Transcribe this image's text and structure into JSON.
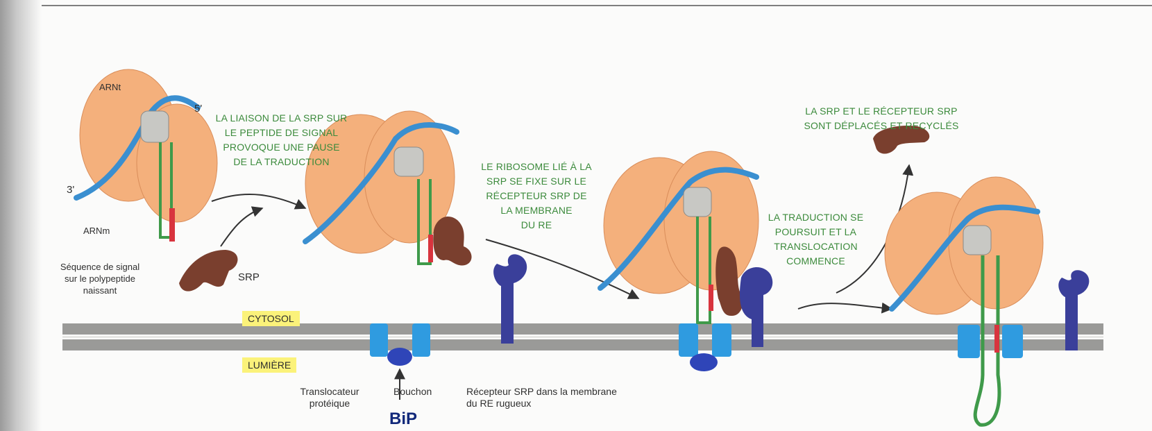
{
  "labels": {
    "arnt": "ARNt",
    "five_prime": "5'",
    "three_prime": "3'",
    "arnm": "ARNm",
    "signal_sequence": "Séquence de signal\nsur le polypeptide\nnaissant",
    "srp": "SRP",
    "cytosol": "CYTOSOL",
    "lumiere": "LUMIÈRE",
    "translocateur": "Translocateur\nprotéique",
    "bouchon": "Bouchon",
    "recepteur_srp": "Récepteur SRP dans la membrane\ndu RE rugueux",
    "bip": "BiP"
  },
  "steps": {
    "step1": "LA LIAISON DE LA SRP SUR\nLE PEPTIDE DE SIGNAL\nPROVOQUE UNE PAUSE\nDE LA TRADUCTION",
    "step2": "LE RIBOSOME LIÉ À LA\nSRP SE FIXE SUR LE\nRÉCEPTEUR SRP DE\nLA MEMBRANE\nDU RE",
    "step3": "LA TRADUCTION SE\nPOURSUIT ET LA\nTRANSLOCATION\nCOMMENCE",
    "step4": "LA SRP ET LE RÉCEPTEUR SRP\nSONT DÉPLACÉS ET RECYCLÉS"
  },
  "colors": {
    "ribosome": "#f4b07c",
    "mrna": "#3a8fd0",
    "trna": "#c8c8c4",
    "polypeptide": "#3f9a4a",
    "signal_peptide": "#d8343e",
    "srp": "#7a3f2e",
    "srp_receptor": "#3a3f9a",
    "translocator": "#2f9be0",
    "plug": "#2f45b8",
    "membrane": "#9a9a98",
    "step_text": "#3b8a3b",
    "tag_bg": "#fbf27a",
    "bip": "#12297a"
  }
}
